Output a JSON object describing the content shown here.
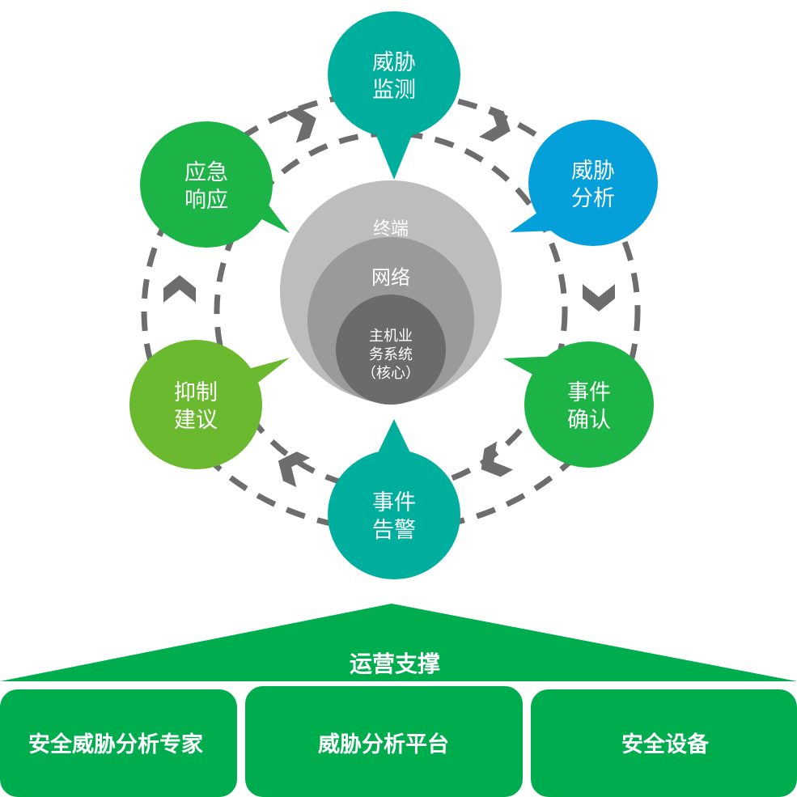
{
  "cycle": {
    "stages": [
      {
        "line1": "威胁",
        "line2": "监测",
        "color": "#00AE9D"
      },
      {
        "line1": "威胁",
        "line2": "分析",
        "color": "#059FDA"
      },
      {
        "line1": "事件",
        "line2": "确认",
        "color": "#1DB447"
      },
      {
        "line1": "事件",
        "line2": "告警",
        "color": "#00AE9D"
      },
      {
        "line1": "抑制",
        "line2": "建议",
        "color": "#6AB92F"
      },
      {
        "line1": "应急",
        "line2": "响应",
        "color": "#1DB447"
      }
    ],
    "ring_color": "#6D6D6D"
  },
  "core": {
    "outer": {
      "label": "终端",
      "color": "#BDBDBD"
    },
    "middle": {
      "label": "网络",
      "color": "#9A9A9A"
    },
    "inner": {
      "line1": "主机业",
      "line2": "务系统",
      "line3": "（核心）",
      "color": "#6B6B6B"
    }
  },
  "support": {
    "roof_label": "运营支撑",
    "color": "#00AD4E",
    "pillars": [
      {
        "label": "安全威胁分析专家"
      },
      {
        "label": "威胁分析平台"
      },
      {
        "label": "安全设备"
      }
    ]
  }
}
